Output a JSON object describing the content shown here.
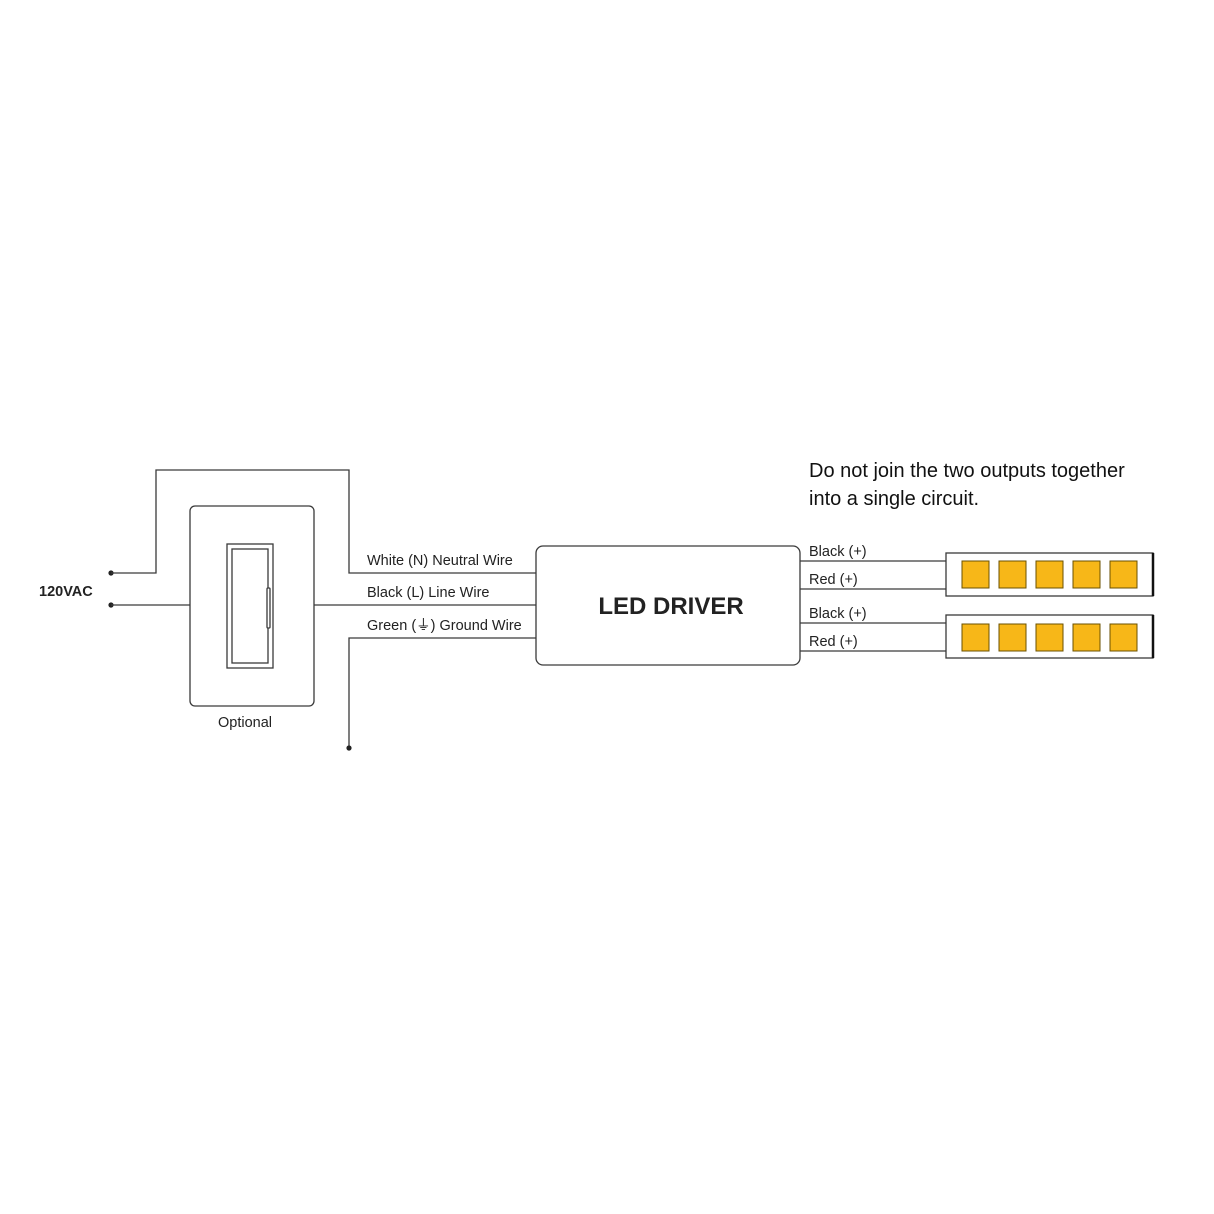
{
  "note": {
    "line1": "Do not join the two outputs together",
    "line2": "into a single circuit."
  },
  "input_label": "120VAC",
  "switch_label": "Optional",
  "driver_label": "LED DRIVER",
  "input_wires": {
    "neutral": "White (N) Neutral Wire",
    "line": "Black (L) Line Wire",
    "ground": "Green (⏚) Ground Wire"
  },
  "outputs": [
    {
      "top": "Black (+)",
      "bottom": "Red (+)"
    },
    {
      "top": "Black (+)",
      "bottom": "Red (+)"
    }
  ],
  "colors": {
    "led": "#F7B718",
    "line": "#3a3a3a"
  }
}
